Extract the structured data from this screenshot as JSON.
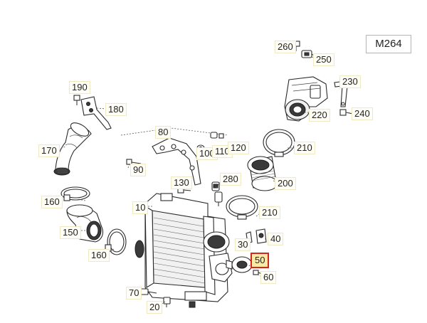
{
  "model_code": "M264",
  "callouts": [
    {
      "id": "260",
      "label": "260"
    },
    {
      "id": "250",
      "label": "250"
    },
    {
      "id": "230",
      "label": "230"
    },
    {
      "id": "190",
      "label": "190"
    },
    {
      "id": "180",
      "label": "180"
    },
    {
      "id": "220",
      "label": "220"
    },
    {
      "id": "240",
      "label": "240"
    },
    {
      "id": "170",
      "label": "170"
    },
    {
      "id": "80",
      "label": "80"
    },
    {
      "id": "100",
      "label": "100"
    },
    {
      "id": "110",
      "label": "110"
    },
    {
      "id": "120",
      "label": "120"
    },
    {
      "id": "210a",
      "label": "210"
    },
    {
      "id": "90",
      "label": "90"
    },
    {
      "id": "280",
      "label": "280"
    },
    {
      "id": "200",
      "label": "200"
    },
    {
      "id": "130",
      "label": "130"
    },
    {
      "id": "160a",
      "label": "160"
    },
    {
      "id": "10",
      "label": "10"
    },
    {
      "id": "210b",
      "label": "210"
    },
    {
      "id": "150",
      "label": "150"
    },
    {
      "id": "30",
      "label": "30"
    },
    {
      "id": "40",
      "label": "40"
    },
    {
      "id": "160b",
      "label": "160"
    },
    {
      "id": "50",
      "label": "50",
      "highlighted": true
    },
    {
      "id": "60",
      "label": "60"
    },
    {
      "id": "70",
      "label": "70"
    },
    {
      "id": "20",
      "label": "20"
    }
  ],
  "highlight_color": "#d4281d"
}
